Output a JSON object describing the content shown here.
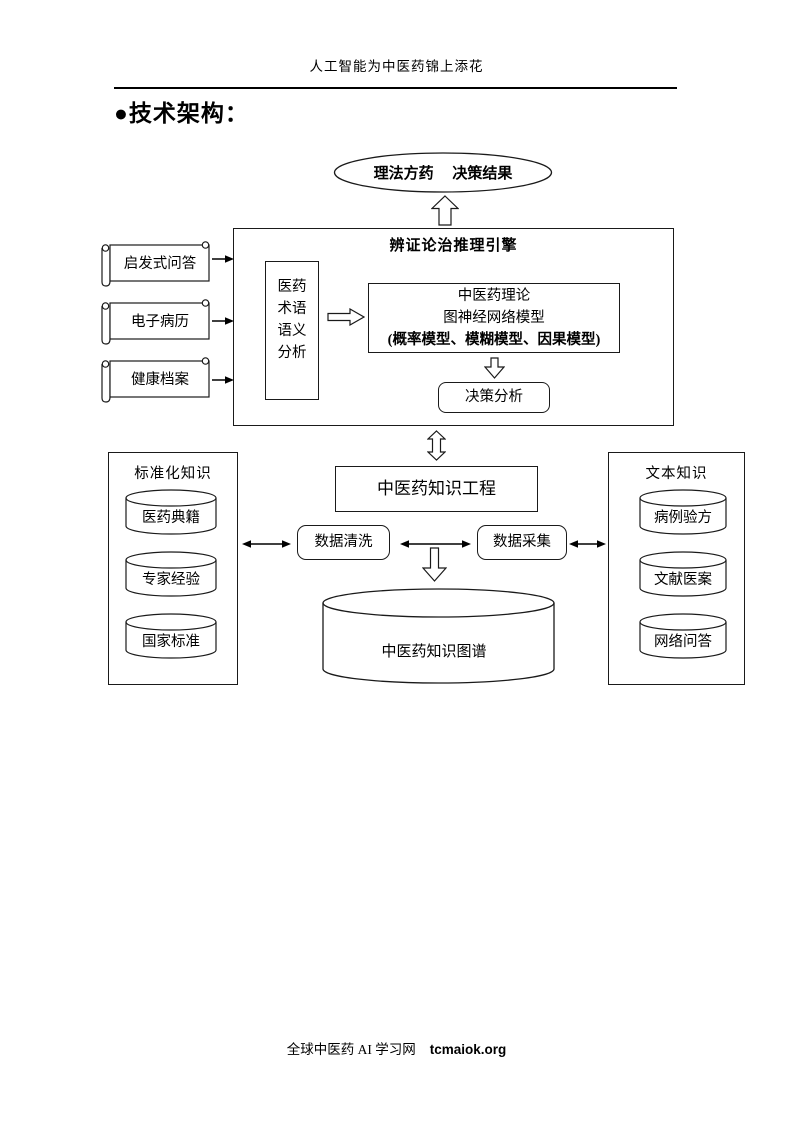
{
  "page": {
    "header_title": "人工智能为中医药锦上添花",
    "section_title": "●技术架构：",
    "footer": {
      "site_name": "全球中医药 AI 学习网",
      "site_domain": "tcmaiok.org"
    }
  },
  "diagram": {
    "result_ellipse_label": "理法方药　 决策结果",
    "engine": {
      "title": "辨证论治推理引擎",
      "term_lines": [
        "医药",
        "术语",
        "语义",
        "分析"
      ],
      "model_lines": [
        "中医药理论",
        "图神经网络模型",
        "(概率模型、模糊模型、因果模型)"
      ],
      "decision_label": "决策分析"
    },
    "inputs": [
      "启发式问答",
      "电子病历",
      "健康档案"
    ],
    "knowledge_engineering_label": "中医药知识工程",
    "data_cleaning_label": "数据清洗",
    "data_collection_label": "数据采集",
    "knowledge_graph_label": "中医药知识图谱",
    "standardized_panel": {
      "title": "标准化知识",
      "items": [
        "医药典籍",
        "专家经验",
        "国家标准"
      ]
    },
    "text_panel": {
      "title": "文本知识",
      "items": [
        "病例验方",
        "文献医案",
        "网络问答"
      ]
    }
  },
  "colors": {
    "ink": "#000000",
    "paper": "#ffffff"
  }
}
